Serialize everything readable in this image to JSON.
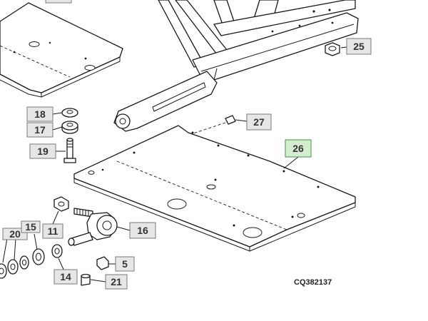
{
  "diagram": {
    "reference_code": "CQ382137",
    "callouts": [
      {
        "id": "25",
        "label": "25",
        "highlight": false
      },
      {
        "id": "27",
        "label": "27",
        "highlight": false
      },
      {
        "id": "26",
        "label": "26",
        "highlight": true
      },
      {
        "id": "18",
        "label": "18",
        "highlight": false
      },
      {
        "id": "17",
        "label": "17",
        "highlight": false
      },
      {
        "id": "19",
        "label": "19",
        "highlight": false
      },
      {
        "id": "16",
        "label": "16",
        "highlight": false
      },
      {
        "id": "20",
        "label": "20",
        "highlight": false
      },
      {
        "id": "15",
        "label": "15",
        "highlight": false
      },
      {
        "id": "11",
        "label": "11",
        "highlight": false
      },
      {
        "id": "5",
        "label": "5",
        "highlight": false
      },
      {
        "id": "14",
        "label": "14",
        "highlight": false
      },
      {
        "id": "21",
        "label": "21",
        "highlight": false
      }
    ]
  }
}
